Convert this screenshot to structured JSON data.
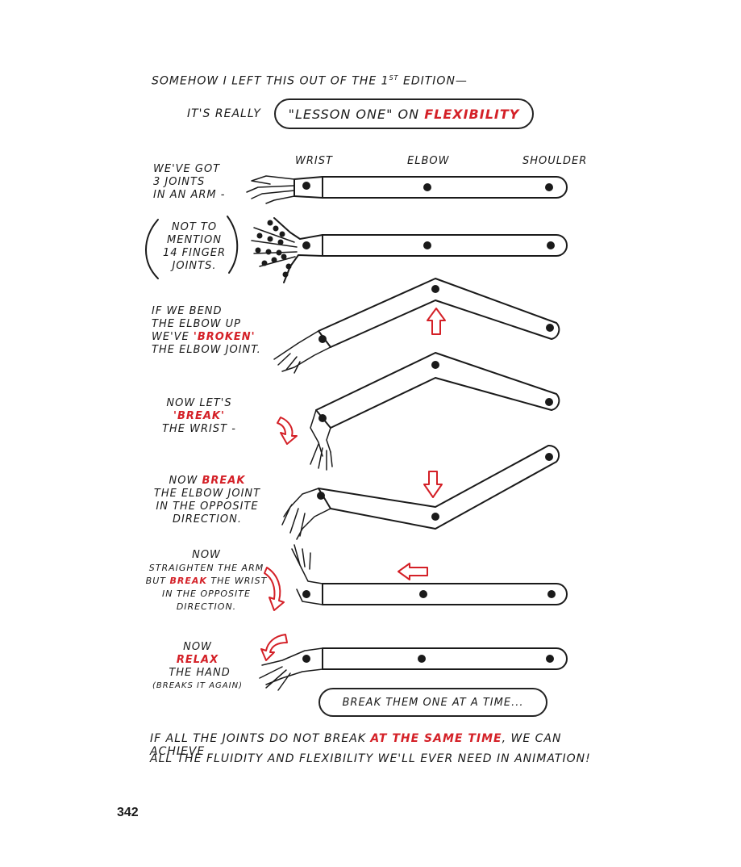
{
  "header": {
    "line1_pre": "Somehow I left this out of the 1",
    "line1_sup": "st",
    "line1_post": " Edition—",
    "its_really": "It's Really",
    "lesson_quote": "\"Lesson One\"",
    "lesson_on": " on ",
    "lesson_flex": "Flexibility"
  },
  "joint_labels": {
    "wrist": "Wrist",
    "elbow": "Elbow",
    "shoulder": "Shoulder"
  },
  "captions": {
    "three_joints": [
      "We've got",
      "3 joints",
      "in an arm -"
    ],
    "fingers": [
      "Not to",
      "mention",
      "14 finger",
      "joints."
    ],
    "bend_elbow": {
      "l1": "If we bend",
      "l2": "the elbow up",
      "l3_pre": "we've ",
      "l3_red": "'broken'",
      "l4": "the elbow joint."
    },
    "break_wrist": {
      "l1": "Now let's",
      "l2_red": "'break'",
      "l3": "the wrist -"
    },
    "opposite": {
      "l1_pre": "Now ",
      "l1_red": "break",
      "l2": "the elbow joint",
      "l3": "in the opposite",
      "l4": "direction."
    },
    "straighten": {
      "l1": "Now",
      "l2": "straighten the arm",
      "l3_pre": "but ",
      "l3_red": "break",
      "l3_post": " the wrist",
      "l4": "in the opposite",
      "l5": "direction."
    },
    "relax": {
      "l1": "Now",
      "l2_red": "relax",
      "l2_post": " the hand",
      "l3": "(breaks it again)"
    }
  },
  "one_at_a_time": "Break them one at a time...",
  "footer": {
    "l1_pre": "If all the joints do not break ",
    "l1_red": "at the same time",
    "l1_post": ", we can achieve",
    "l2": "all the fluidity and flexibility we'll ever need in animation!"
  },
  "page_number": "342",
  "colors": {
    "ink": "#1a1a1a",
    "red": "#d42027"
  }
}
